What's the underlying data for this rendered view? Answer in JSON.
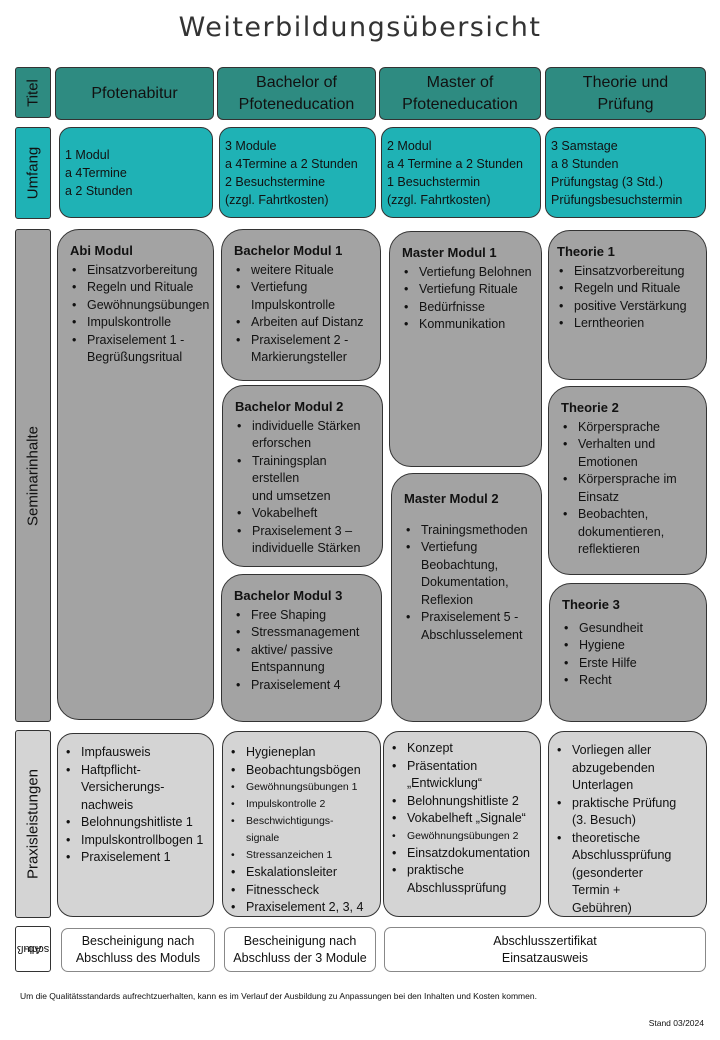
{
  "page_title": "Weiterbildungsübersicht",
  "row_labels": {
    "titel": "Titel",
    "umfang": "Umfang",
    "seminarinhalte": "Seminarinhalte",
    "praxisleistungen": "Praxisleistungen",
    "abschluss_a": "Ab-",
    "abschluss_b": "schluß"
  },
  "columns": {
    "c1": {
      "title": "Pfotenabitur",
      "umfang": [
        "1 Modul",
        "a 4Termine",
        "a 2 Stunden"
      ]
    },
    "c2": {
      "title": "Bachelor of\nPfoteneducation",
      "umfang": [
        "3 Module",
        "a 4Termine a 2 Stunden",
        "2 Besuchstermine",
        "(zzgl. Fahrtkosten)"
      ]
    },
    "c3": {
      "title": "Master of\nPfoteneducation",
      "umfang": [
        "2 Modul",
        "a 4 Termine a 2 Stunden",
        "1 Besuchstermin",
        "(zzgl. Fahrtkosten)"
      ]
    },
    "c4": {
      "title": "Theorie und\nPrüfung",
      "umfang": [
        "3 Samstage",
        "a 8 Stunden",
        "Prüfungstag (3 Std.)",
        "Prüfungsbesuchstermin"
      ]
    }
  },
  "seminar": {
    "abi": {
      "heading": "Abi Modul",
      "items": [
        "Einsatzvorbereitung",
        "Regeln und Rituale",
        "Gewöhnungsübungen",
        "Impulskontrolle",
        "Praxiselement 1 -\nBegrüßungsritual"
      ]
    },
    "bachelor1": {
      "heading": "Bachelor Modul 1",
      "items": [
        "weitere Rituale",
        "Vertiefung\nImpulskontrolle",
        "Arbeiten auf Distanz",
        "Praxiselement 2 -\nMarkierungsteller"
      ]
    },
    "bachelor2": {
      "heading": "Bachelor Modul 2",
      "items": [
        " individuelle Stärken\nerforschen",
        " Trainingsplan\nerstellen\nund umsetzen",
        "Vokabelheft",
        "Praxiselement 3 –\nindividuelle Stärken"
      ]
    },
    "bachelor3": {
      "heading": "Bachelor Modul 3",
      "items": [
        "Free Shaping",
        "Stressmanagement",
        "aktive/ passive\nEntspannung",
        "Praxiselement 4"
      ]
    },
    "master1": {
      "heading": "Master Modul 1",
      "items": [
        "Vertiefung Belohnen",
        "Vertiefung Rituale",
        "Bedürfnisse",
        "Kommunikation"
      ]
    },
    "master2": {
      "heading": "Master Modul 2",
      "items": [
        "Trainingsmethoden",
        "Vertiefung\nBeobachtung,\nDokumentation,\nReflexion",
        "Praxiselement 5 -\nAbschlusselement"
      ]
    },
    "theorie1": {
      "heading": "Theorie 1",
      "items": [
        "Einsatzvorbereitung",
        "Regeln und Rituale",
        "positive Verstärkung",
        "Lerntheorien"
      ]
    },
    "theorie2": {
      "heading": "Theorie 2",
      "items": [
        "Körpersprache",
        "Verhalten und\nEmotionen",
        "Körpersprache im\nEinsatz",
        "Beobachten,\ndokumentieren,\nreflektieren"
      ]
    },
    "theorie3": {
      "heading": "Theorie 3",
      "items": [
        "Gesundheit",
        "Hygiene",
        "Erste Hilfe",
        "Recht"
      ]
    }
  },
  "praxis": {
    "c1": [
      "Impfausweis",
      "Haftpflicht-\nVersicherungs-\nnachweis",
      "Belohnungshitliste 1",
      "Impulskontrollbogen 1",
      "Praxiselement 1"
    ],
    "c2": {
      "items": [
        "Hygieneplan",
        "Beobachtungsbögen",
        "Gewöhnungsübungen 1",
        "Impulskontrolle 2",
        "Beschwichtigungs-\nsignale",
        "Stressanzeichen 1",
        "Eskalationsleiter",
        "Fitnesscheck",
        "Praxiselement 2, 3, 4"
      ],
      "small": [
        false,
        false,
        true,
        true,
        true,
        true,
        false,
        false,
        false
      ]
    },
    "c3": {
      "items": [
        "Konzept",
        "Präsentation\n„Entwicklung“",
        "Belohnungshitliste 2",
        "Vokabelheft „Signale“",
        "Gewöhnungsübungen 2",
        "Einsatzdokumentation",
        "praktische\nAbschlussprüfung"
      ],
      "small": [
        false,
        false,
        false,
        false,
        true,
        false,
        false
      ]
    },
    "c4": [
      "Vorliegen aller\nabzugebenden\nUnterlagen",
      "praktische Prüfung\n(3. Besuch)",
      "theoretische\nAbschlussprüfung\n(gesonderter\nTermin +\nGebühren)"
    ]
  },
  "abschluss": {
    "c1": "Bescheinigung nach\nAbschluss des Moduls",
    "c2": "Bescheinigung nach\nAbschluss der 3 Module",
    "c34": "Abschlusszertifikat\nEinsatzausweis"
  },
  "footnote": "Um die Qualitätsstandards aufrechtzuerhalten, kann es im Verlauf der Ausbildung zu Anpassungen bei den Inhalten und Kosten kommen.",
  "stand": "Stand 03/2024"
}
